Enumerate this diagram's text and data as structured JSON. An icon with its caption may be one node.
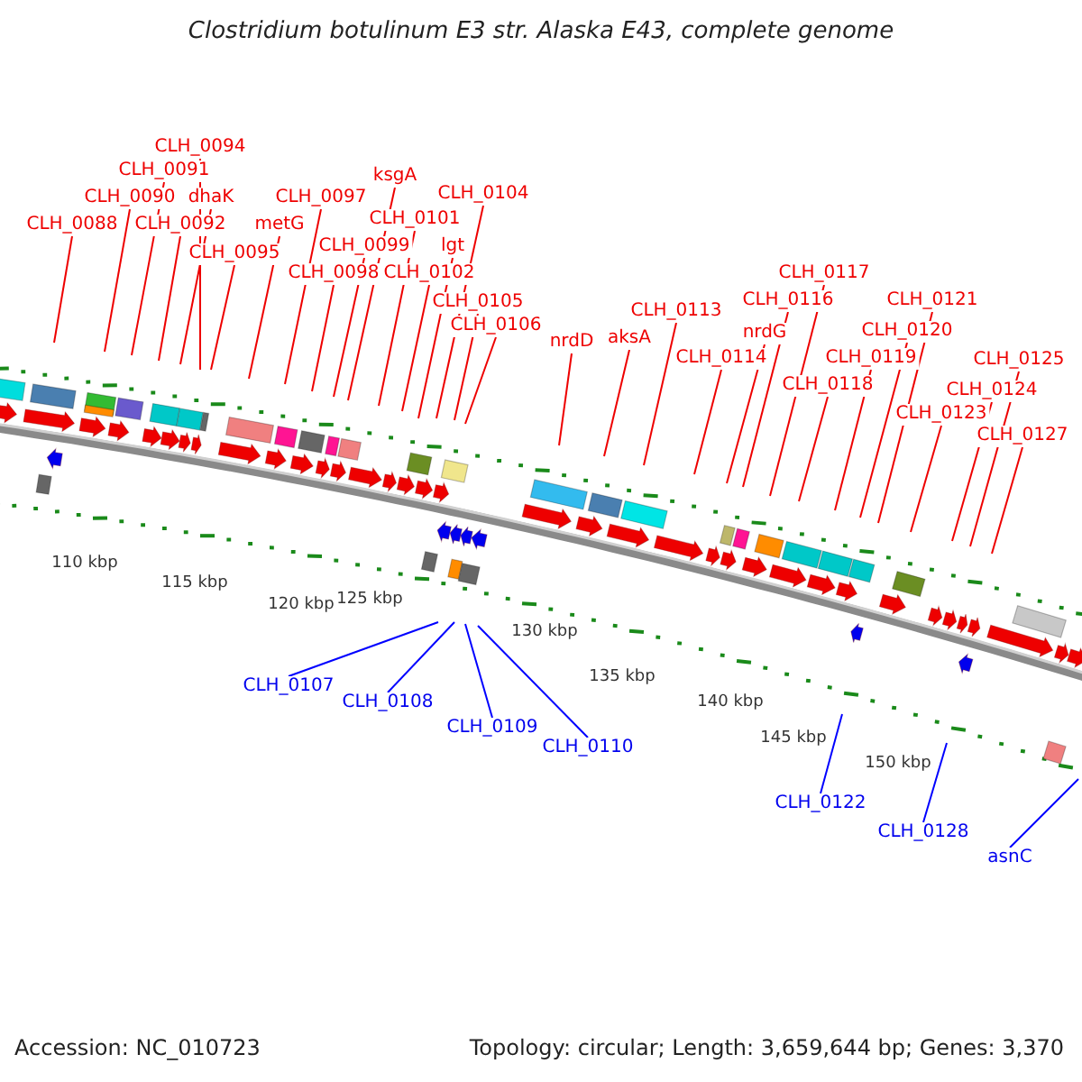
{
  "diagram": {
    "title": "Clostridium botulinum E3 str. Alaska E43, complete genome",
    "nodes": [
      {
        "text": [
          "CLH_0094"
        ]
      },
      {
        "text": [
          "CLH_0091"
        ]
      },
      {
        "text": [
          "ksgA"
        ]
      },
      {
        "text": [
          "CLH_0090"
        ]
      },
      {
        "text": [
          "dhaK"
        ]
      },
      {
        "text": [
          "CLH_0097"
        ]
      },
      {
        "text": [
          "CLH_0104"
        ]
      },
      {
        "text": [
          "CLH_0088"
        ]
      },
      {
        "text": [
          "CLH_0092"
        ]
      },
      {
        "text": [
          "metG"
        ]
      },
      {
        "text": [
          "CLH_0101"
        ]
      },
      {
        "text": [
          "CLH_0095"
        ]
      },
      {
        "text": [
          "CLH_0099"
        ]
      },
      {
        "text": [
          "lgt"
        ]
      },
      {
        "text": [
          "CLH_0098"
        ]
      },
      {
        "text": [
          "CLH_0102"
        ]
      },
      {
        "text": [
          "CLH_0117"
        ]
      },
      {
        "text": [
          "CLH_0105"
        ]
      },
      {
        "text": [
          "CLH_0116"
        ]
      },
      {
        "text": [
          "CLH_0121"
        ]
      },
      {
        "text": [
          "CLH_0113"
        ]
      },
      {
        "text": [
          "CLH_0106"
        ]
      },
      {
        "text": [
          "CLH_0120"
        ]
      },
      {
        "text": [
          "nrdG"
        ]
      },
      {
        "text": [
          "aksA"
        ]
      },
      {
        "text": [
          "nrdD"
        ]
      },
      {
        "text": [
          "CLH_0114"
        ]
      },
      {
        "text": [
          "CLH_0119"
        ]
      },
      {
        "text": [
          "CLH_0125"
        ]
      },
      {
        "text": [
          "CLH_0118"
        ]
      },
      {
        "text": [
          "CLH_0124"
        ]
      },
      {
        "text": [
          "CLH_0123"
        ]
      },
      {
        "text": [
          "CLH_0127"
        ]
      },
      {
        "text": [
          "CLH_0107"
        ]
      },
      {
        "text": [
          "CLH_0108"
        ]
      },
      {
        "text": [
          "CLH_0109"
        ]
      },
      {
        "text": [
          "CLH_0110"
        ]
      },
      {
        "text": [
          "CLH_0122"
        ]
      },
      {
        "text": [
          "CLH_0128"
        ]
      },
      {
        "text": [
          "asnC"
        ]
      }
    ],
    "edges": [
      {
        "from": 0,
        "to": null,
        "arrow": "none"
      },
      {
        "from": 1,
        "to": null,
        "arrow": "none"
      },
      {
        "from": 2,
        "to": null,
        "arrow": "none"
      },
      {
        "from": 3,
        "to": null,
        "arrow": "none"
      },
      {
        "from": 4,
        "to": null,
        "arrow": "none"
      },
      {
        "from": 5,
        "to": null,
        "arrow": "none"
      },
      {
        "from": 6,
        "to": null,
        "arrow": "none"
      },
      {
        "from": 7,
        "to": null,
        "arrow": "none"
      },
      {
        "from": 8,
        "to": null,
        "arrow": "none"
      },
      {
        "from": 9,
        "to": null,
        "arrow": "none"
      },
      {
        "from": 10,
        "to": null,
        "arrow": "none"
      },
      {
        "from": 11,
        "to": null,
        "arrow": "none"
      },
      {
        "from": 12,
        "to": null,
        "arrow": "none"
      },
      {
        "from": 13,
        "to": null,
        "arrow": "none"
      },
      {
        "from": 14,
        "to": null,
        "arrow": "none"
      },
      {
        "from": 15,
        "to": null,
        "arrow": "none"
      },
      {
        "from": 16,
        "to": null,
        "arrow": "none"
      },
      {
        "from": 17,
        "to": null,
        "arrow": "none"
      },
      {
        "from": 18,
        "to": null,
        "arrow": "none"
      },
      {
        "from": 19,
        "to": null,
        "arrow": "none"
      },
      {
        "from": 20,
        "to": null,
        "arrow": "none"
      },
      {
        "from": 21,
        "to": null,
        "arrow": "none"
      },
      {
        "from": 22,
        "to": null,
        "arrow": "none"
      },
      {
        "from": 23,
        "to": null,
        "arrow": "none"
      },
      {
        "from": 24,
        "to": null,
        "arrow": "none"
      },
      {
        "from": 25,
        "to": null,
        "arrow": "none"
      },
      {
        "from": 26,
        "to": null,
        "arrow": "none"
      },
      {
        "from": 27,
        "to": null,
        "arrow": "none"
      },
      {
        "from": 28,
        "to": null,
        "arrow": "none"
      },
      {
        "from": 29,
        "to": null,
        "arrow": "none"
      },
      {
        "from": 30,
        "to": null,
        "arrow": "none"
      },
      {
        "from": 31,
        "to": null,
        "arrow": "none"
      },
      {
        "from": 32,
        "to": null,
        "arrow": "none"
      },
      {
        "from": 33,
        "to": null,
        "arrow": "none",
        "color": "#0000ff"
      },
      {
        "from": 34,
        "to": null,
        "arrow": "none",
        "color": "#0000ff"
      },
      {
        "from": 35,
        "to": null,
        "arrow": "none",
        "color": "#0000ff"
      },
      {
        "from": 36,
        "to": null,
        "arrow": "none",
        "color": "#0000ff"
      },
      {
        "from": 37,
        "to": null,
        "arrow": "none",
        "color": "#0000ff"
      },
      {
        "from": 38,
        "to": null,
        "arrow": "none",
        "color": "#0000ff"
      },
      {
        "from": 39,
        "to": null,
        "arrow": "none",
        "color": "#0000ff"
      }
    ],
    "labels": [
      "110 kbp",
      "115 kbp",
      "120 kbp",
      "125 kbp",
      "130 kbp",
      "135 kbp",
      "140 kbp",
      "145 kbp",
      "150 kbp",
      "Accession: NC_010723",
      "Topology: circular; Length: 3,659,644 bp; Genes: 3,370"
    ]
  }
}
